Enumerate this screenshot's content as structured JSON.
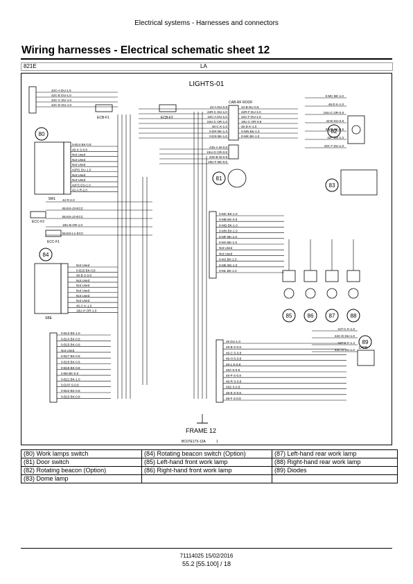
{
  "header": {
    "section": "Electrical systems - Harnesses and connectors"
  },
  "title": "Wiring harnesses - Electrical schematic sheet 12",
  "meta": {
    "model": "821E",
    "region": "LA"
  },
  "diagram": {
    "sheet_title": "LIGHTS-01",
    "frame_label": "FRAME 12",
    "drawing_id": "BC07E173-12A",
    "drawing_page": "1",
    "component_labels": [
      "80",
      "81",
      "82",
      "83",
      "84",
      "85",
      "86",
      "87",
      "88",
      "89"
    ],
    "connectors": {
      "cab_rf_roof": "CAB-RF ROOF",
      "ecb_f1": "ECB-F1",
      "ecb_f2": "ECB-F2",
      "ecc_f1": "ECC-F1",
      "ecc_f2": "ECC-F2",
      "swl": "SWL",
      "sbe": "SBE",
      "roof": "ROOF",
      "diode": "D-DR"
    },
    "left_top_wires": [
      "42C-A DU-1.0",
      "42C-E DU-1.0",
      "42C-C DU-1.0",
      "42C-D DU-1.0"
    ],
    "swl_pins": [
      "0-B14 BK-0.8",
      "49-X S-0.8",
      "Not Used",
      "Not Used",
      "Not Used",
      "42RS DU-1.0",
      "Not Used",
      "Not Used",
      "42FS DU-1.0",
      "42-A R-2.0"
    ],
    "sbe_pins": [
      "Not Used",
      "0-B15 BK-0.8",
      "49-B S-0.8",
      "Not Used",
      "Not Used",
      "Not Used",
      "Not Used",
      "Not Used",
      "46-C K-1.0",
      "19U-H OR-1.0"
    ],
    "busses": [
      "42 R-2.0",
      "BUSS-J3-ECC",
      "BUSS-J2-ECC",
      "19U-B OR-1.0",
      "BUSS-L1-ECC"
    ],
    "roof_wires": [
      "43-A DU-0.8",
      "42R-C DU-1.0",
      "42C-A DU-1.0",
      "19U-C OR-1.0",
      "46-C K-1.0",
      "0-DR BK-1.0",
      "0-DS BK-1.0"
    ],
    "roof_right_wires": [
      "43-B DU-0.8",
      "42R-F DU-1.0",
      "42C-F DU-1.0",
      "19U-C OR-0.8",
      "46-D K-1.0",
      "0-MN BK-1.0",
      "0-MK BK-1.0"
    ],
    "door_wires": [
      "43S-A W-0.8",
      "19U-G OR-0.8",
      "43S-B W-0.8",
      "19U-F BK-0.6"
    ],
    "lamp_labels": [
      "0-MC BK-1.0",
      "46-D K-1.0",
      "19U-C OR-0.8",
      "43-B DU-0.8",
      "0-MB BK-0.8",
      "42F DU-1.0",
      "42C F DU-1.0"
    ],
    "mid_wires": [
      "0-MC BK-1.0",
      "0-MB BK-0.8",
      "0-MQ BK-1.0",
      "0-MN BK-1.0",
      "0-MF BK-1.0",
      "0-MA BK-1.0",
      "Not Used",
      "Not Used",
      "0-MJ BK-1.0",
      "0-MK BK-1.0",
      "0-ML BK-1.0"
    ],
    "lower_left_wires": [
      "0-B13 BK-1.0",
      "0-B14 BK-0.8",
      "0-B15 BK-0.8",
      "Not Used",
      "0-B17 BK-0.8",
      "0-B18 BK-0.8",
      "0-B19 BK-0.8",
      "0-B8 BK-0.8",
      "0-B21 BK-1.0",
      "0-DAP S-0.8",
      "0-B22 BK-0.8",
      "0-B23 BK-0.8"
    ],
    "lower_right_wires": [
      "49 DU-1.0",
      "49-B S-0.8",
      "49-C S-0.8",
      "49-H S-0.8",
      "49-L S-0.8",
      "49A S-0.8",
      "49-P S-0.8",
      "49-R S-0.8",
      "49S S-0.8",
      "49-E S-0.8",
      "49-F S-0.8"
    ],
    "diode_wires": [
      "41T-C K-1.0",
      "42C-D DU-1.0",
      "41T-C K-1.2",
      "42C-D DU-1.0"
    ]
  },
  "legend": [
    [
      "(80) Work lamps switch",
      "(84) Rotating beacon switch (Option)",
      "(87) Left-hand rear work lamp"
    ],
    [
      "(81) Door switch",
      "(85) Left-hand front work lamp",
      "(88) Right-hand rear work lamp"
    ],
    [
      "(82) Rotating beacon (Option)",
      "(86) Right-hand front work lamp",
      "(89) Diodes"
    ],
    [
      "(83) Dome lamp",
      "",
      ""
    ]
  ],
  "footer": {
    "doc": "71114025 15/02/2016",
    "page": "55.2 [55.100] / 18"
  }
}
